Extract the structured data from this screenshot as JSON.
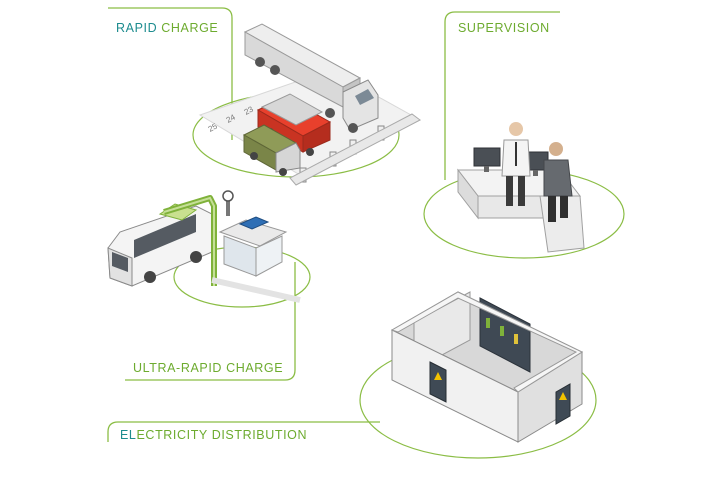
{
  "labels": {
    "rapid_charge": {
      "lead": "RAPID",
      "rest": " CHARGE"
    },
    "supervision": {
      "lead": "",
      "rest": "SUPERVISION"
    },
    "ultra_rapid_charge": {
      "lead": "",
      "rest": "ULTRA-RAPID CHARGE"
    },
    "electricity_distribution": {
      "lead": "EL",
      "rest": "ECTRICITY DISTRIBUTION"
    }
  },
  "parking_markings": [
    "25",
    "24",
    "23"
  ],
  "colors": {
    "line_green": "#7fb23a",
    "label_teal": "#1d8c8f",
    "label_green": "#6dab2f",
    "outline_gray": "#9a9a9a"
  },
  "icons": [
    "truck-icon",
    "fire-truck-icon",
    "military-truck-icon",
    "bus-icon",
    "charging-station-icon",
    "solar-panel-icon",
    "operator-icon",
    "monitor-icon",
    "substation-icon",
    "warning-sign-icon"
  ]
}
